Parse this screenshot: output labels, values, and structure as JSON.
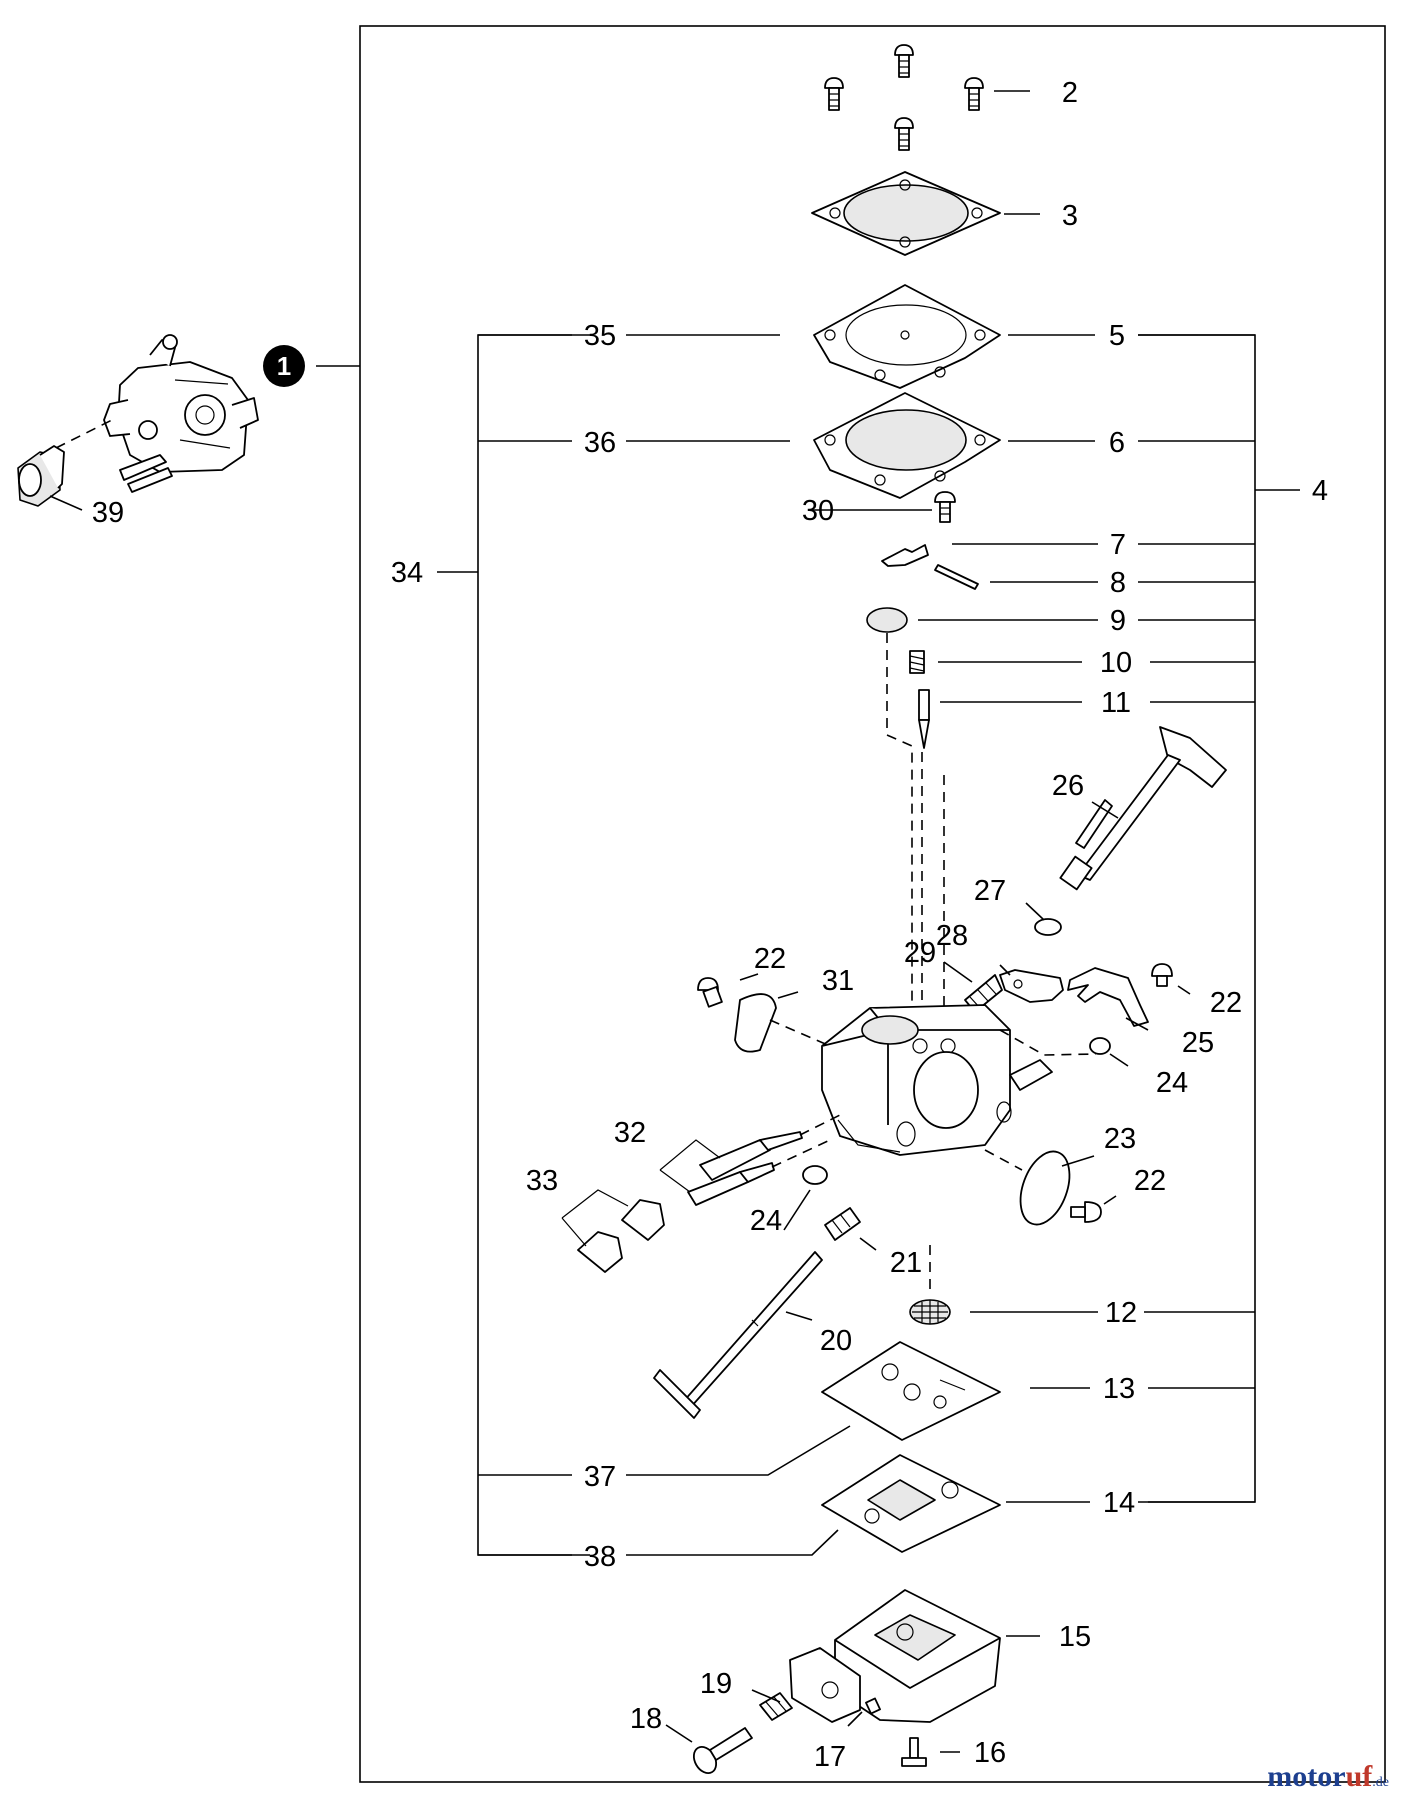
{
  "callouts": {
    "c1": "1",
    "c2": "2",
    "c3": "3",
    "c4": "4",
    "c5": "5",
    "c6": "6",
    "c7": "7",
    "c8": "8",
    "c9": "9",
    "c10": "10",
    "c11": "11",
    "c12": "12",
    "c13": "13",
    "c14": "14",
    "c15": "15",
    "c16": "16",
    "c17": "17",
    "c18": "18",
    "c19": "19",
    "c20": "20",
    "c21": "21",
    "c22a": "22",
    "c22b": "22",
    "c22c": "22",
    "c23": "23",
    "c24a": "24",
    "c24b": "24",
    "c25": "25",
    "c26": "26",
    "c27": "27",
    "c28": "28",
    "c29": "29",
    "c30": "30",
    "c31": "31",
    "c32": "32",
    "c33": "33",
    "c34": "34",
    "c35": "35",
    "c36": "36",
    "c37": "37",
    "c38": "38",
    "c39": "39"
  },
  "watermark": {
    "brand_a": "motor",
    "brand_b": "uf",
    "brand_tld": ".de"
  },
  "colors": {
    "line": "#000000",
    "badge": "#000000",
    "watermark_primary": "#1d3f8f",
    "watermark_accent": "#c0392b"
  }
}
